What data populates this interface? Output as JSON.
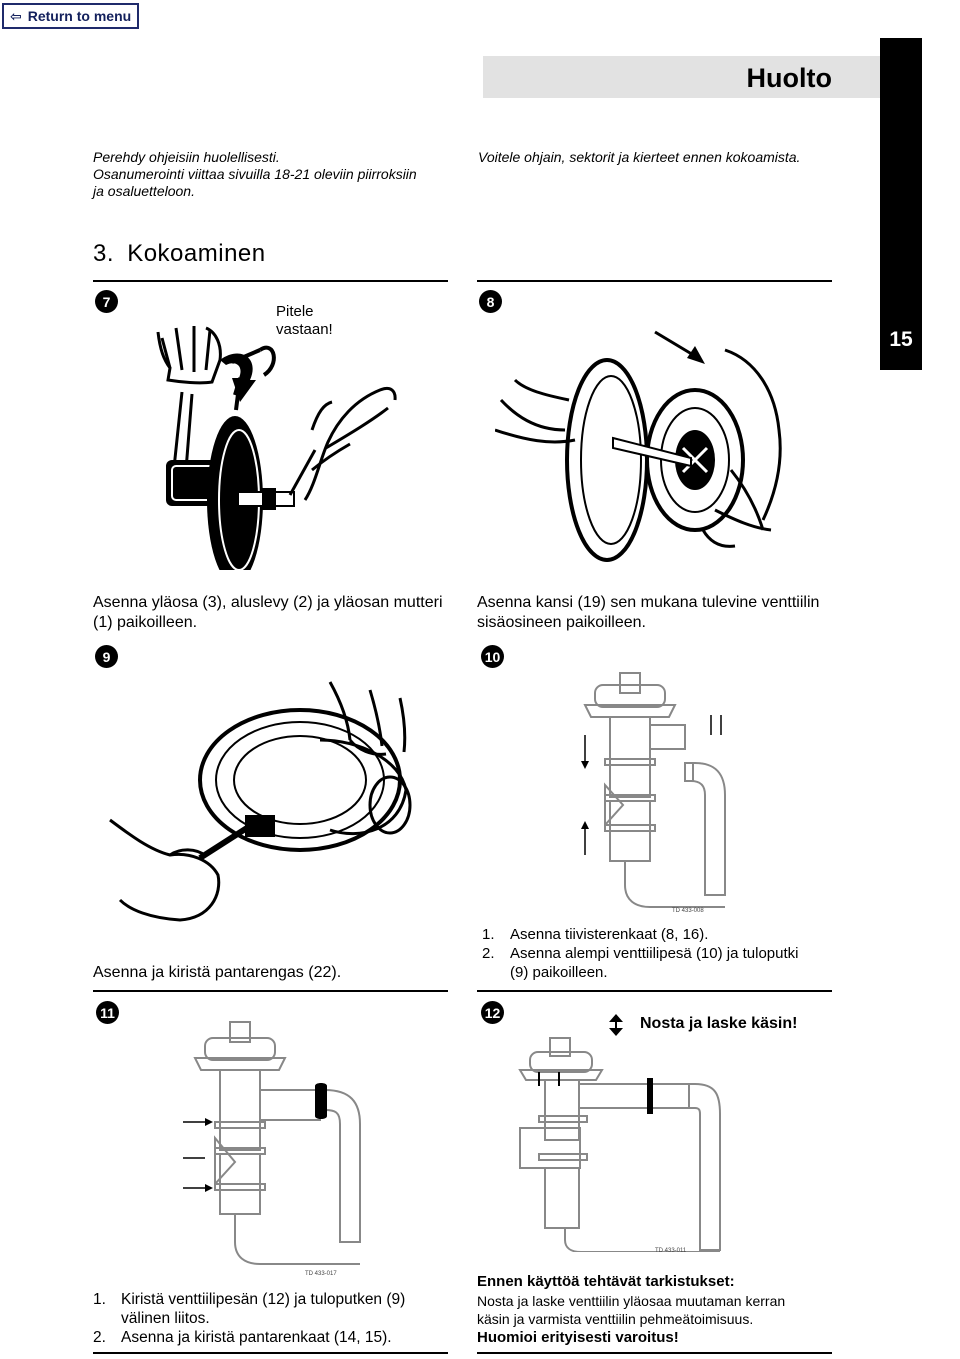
{
  "nav": {
    "return_label": "Return to menu"
  },
  "header": {
    "title": "Huolto",
    "page_number": "15"
  },
  "intro": {
    "left_lines": [
      "Perehdy ohjeisiin huolellisesti.",
      "Osanumerointi viittaa sivuilla 18-21 oleviin piirroksiin",
      "ja osaluetteloon."
    ],
    "right": "Voitele ohjain, sektorit ja kierteet ennen kokoamista."
  },
  "section": {
    "number": "3.",
    "title": "Kokoaminen"
  },
  "steps": {
    "s7": {
      "badge": "7",
      "callout_lines": [
        "Pitele",
        "vastaan!"
      ],
      "caption_lines": [
        "Asenna yläosa (3), aluslevy (2) ja yläosan mutteri",
        "(1) paikoilleen."
      ]
    },
    "s8": {
      "badge": "8",
      "caption_lines": [
        "Asenna kansi (19) sen mukana tulevine venttiilin",
        "sisäosineen paikoilleen."
      ]
    },
    "s9": {
      "badge": "9",
      "caption": "Asenna ja kiristä pantarengas (22)."
    },
    "s10": {
      "badge": "10",
      "drawing_tag": "TD 433-008",
      "items": [
        {
          "n": "1.",
          "lines": [
            "Asenna tiivisterenkaat (8, 16)."
          ]
        },
        {
          "n": "2.",
          "lines": [
            "Asenna alempi venttiilipesä (10) ja tuloputki",
            "(9) paikoilleen."
          ]
        }
      ]
    },
    "s11": {
      "badge": "11",
      "drawing_tag": "TD 433-017",
      "items": [
        {
          "n": "1.",
          "lines": [
            "Kiristä venttiilipesän (12) ja tuloputken (9)",
            "välinen liitos."
          ]
        },
        {
          "n": "2.",
          "lines": [
            "Asenna ja kiristä pantarenkaat (14, 15)."
          ]
        }
      ]
    },
    "s12": {
      "badge": "12",
      "callout": "Nosta ja laske käsin!",
      "drawing_tag": "TD 433-011",
      "check_title": "Ennen käyttöä tehtävät tarkistukset:",
      "check_lines": [
        "Nosta ja laske venttiilin yläosaa muutaman kerran",
        "käsin ja varmista venttiilin pehmeätoimisuus."
      ],
      "warning": "Huomioi erityisesti varoitus!"
    }
  }
}
